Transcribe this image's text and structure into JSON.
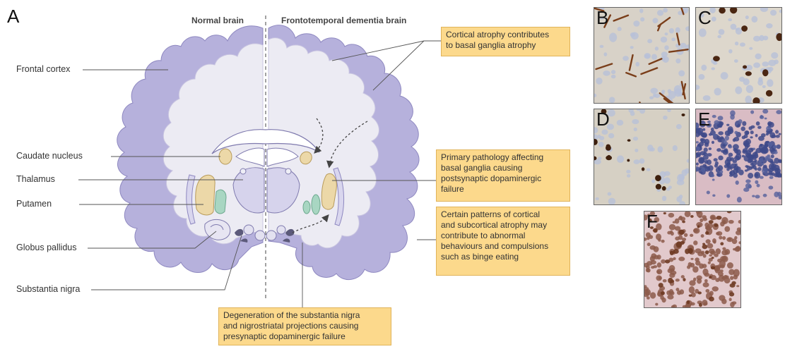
{
  "panel_labels": {
    "a": "A",
    "b": "B",
    "c": "C",
    "d": "D",
    "e": "E",
    "f": "F"
  },
  "headers": {
    "normal": "Normal brain",
    "ftd": "Frontotemporal dementia brain"
  },
  "structures": {
    "frontal_cortex": "Frontal cortex",
    "caudate_nucleus": "Caudate nucleus",
    "thalamus": "Thalamus",
    "putamen": "Putamen",
    "globus_pallidus": "Globus pallidus",
    "substantia_nigra": "Substantia nigra"
  },
  "notes": {
    "cortical": "Cortical atrophy contributes\nto basal ganglia atrophy",
    "primary": "Primary pathology affecting\nbasal ganglia causing\npostsynaptic dopaminergic\nfailure",
    "patterns": "Certain patterns of cortical\nand subcortical atrophy may\ncontribute to abnormal\nbehaviours and compulsions\nsuch as binge eating",
    "degeneration": "Degeneration of the substantia nigra\nand nigrostriatal projections causing\npresynaptic dopaminergic failure"
  },
  "colors": {
    "cortex_purple": "#b6b1dc",
    "white_matter": "#ecebf3",
    "caudate_putamen": "#ecd8a8",
    "globus_green": "#a8d6c2",
    "note_fill": "#fcd98c",
    "stain_brown": "#7a3e1a",
    "nuclei_blue": "#3e4a8a"
  }
}
